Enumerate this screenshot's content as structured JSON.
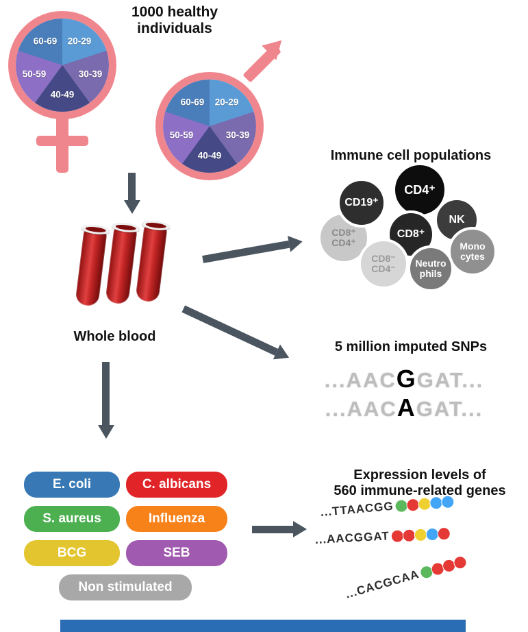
{
  "header": {
    "title": "1000 healthy\nindividuals"
  },
  "age_pie": {
    "labels": [
      "20-29",
      "30-39",
      "40-49",
      "50-59",
      "60-69"
    ],
    "colors": [
      "#5b9bd5",
      "#7a6aae",
      "#454a86",
      "#8e6fc6",
      "#4a7ebb"
    ]
  },
  "blood": {
    "label": "Whole blood"
  },
  "immune": {
    "title": "Immune cell populations",
    "cells": [
      {
        "label": "CD19⁺",
        "bg": "#2e2e2e",
        "fg": "#ffffff"
      },
      {
        "label": "CD4⁺",
        "bg": "#0d0d0d",
        "fg": "#ffffff"
      },
      {
        "label": "NK",
        "bg": "#3c3c3c",
        "fg": "#ffffff"
      },
      {
        "label": "CD8⁺\nCD4⁺",
        "bg": "#c8c8c8",
        "fg": "#8a8a8a"
      },
      {
        "label": "CD8⁺",
        "bg": "#262626",
        "fg": "#ffffff"
      },
      {
        "label": "Mono\ncytes",
        "bg": "#909090",
        "fg": "#ffffff"
      },
      {
        "label": "CD8⁻\nCD4⁻",
        "bg": "#d6d6d6",
        "fg": "#9a9a9a"
      },
      {
        "label": "Neutro\nphils",
        "bg": "#7a7a7a",
        "fg": "#ffffff"
      }
    ]
  },
  "snps": {
    "title": "5 million imputed SNPs",
    "lines": [
      {
        "pre": "...AAC",
        "variant": "G",
        "post": "GAT..."
      },
      {
        "pre": "...AAC",
        "variant": "A",
        "post": "GAT..."
      }
    ]
  },
  "stimuli": {
    "items": [
      {
        "label": "E. coli",
        "color": "#3879b5"
      },
      {
        "label": "C. albicans",
        "color": "#e02428"
      },
      {
        "label": "S. aureus",
        "color": "#4caf50"
      },
      {
        "label": "Influenza",
        "color": "#f8821a"
      },
      {
        "label": "BCG",
        "color": "#e3c52f"
      },
      {
        "label": "SEB",
        "color": "#a05ab0"
      },
      {
        "label": "Non stimulated",
        "color": "#a8a8a8"
      }
    ]
  },
  "expression": {
    "title": "Expression levels of\n560 immune-related genes",
    "rows": [
      {
        "seq": "...TTAACGG",
        "dots": [
          "#5cb85c",
          "#e53935",
          "#f0d030",
          "#42a5f5",
          "#42a5f5"
        ]
      },
      {
        "seq": "...AACGGAT",
        "dots": [
          "#e53935",
          "#e53935",
          "#f0d030",
          "#42a5f5",
          "#e53935"
        ]
      },
      {
        "seq": "...CACGCAA",
        "dots": [
          "#5cb85c",
          "#e53935",
          "#e53935",
          "#e53935"
        ]
      }
    ]
  },
  "colors": {
    "arrow": "#4a5560",
    "gender": "#f0868d"
  }
}
